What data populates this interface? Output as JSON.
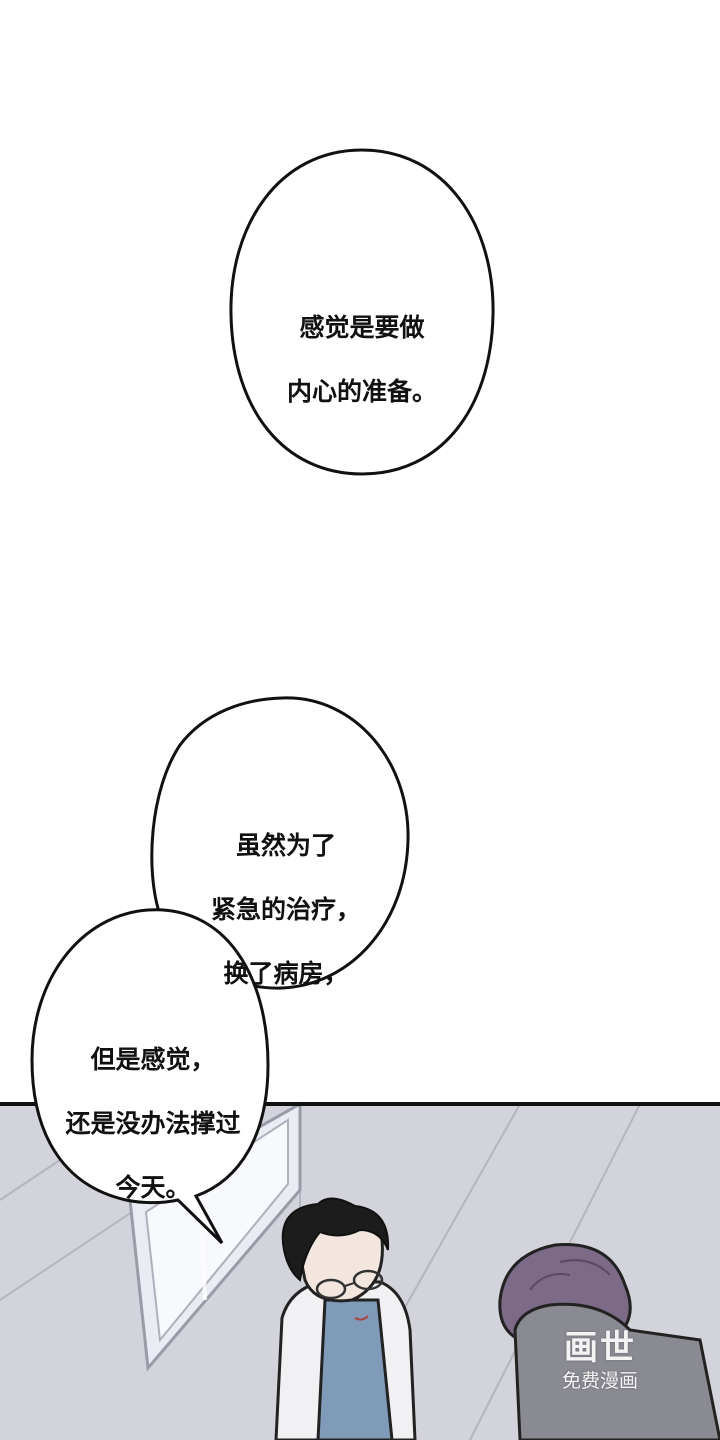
{
  "bubbles": [
    {
      "lines": [
        "感觉是要做",
        "内心的准备。"
      ]
    },
    {
      "lines": [
        "虽然为了",
        "紧急的治疗，",
        "换了病房，"
      ]
    },
    {
      "lines": [
        "但是感觉，",
        "还是没办法撑过",
        "今天。"
      ]
    }
  ],
  "watermark": {
    "logo": "画世",
    "subtitle": "免费漫画"
  },
  "colors": {
    "background": "#ffffff",
    "panel_wall": "#d2d3db",
    "panel_border": "#111111",
    "doctor_hair": "#1c1c1c",
    "doctor_scrubs": "#7f9bb8",
    "patient_hair": "#7d6a86"
  }
}
